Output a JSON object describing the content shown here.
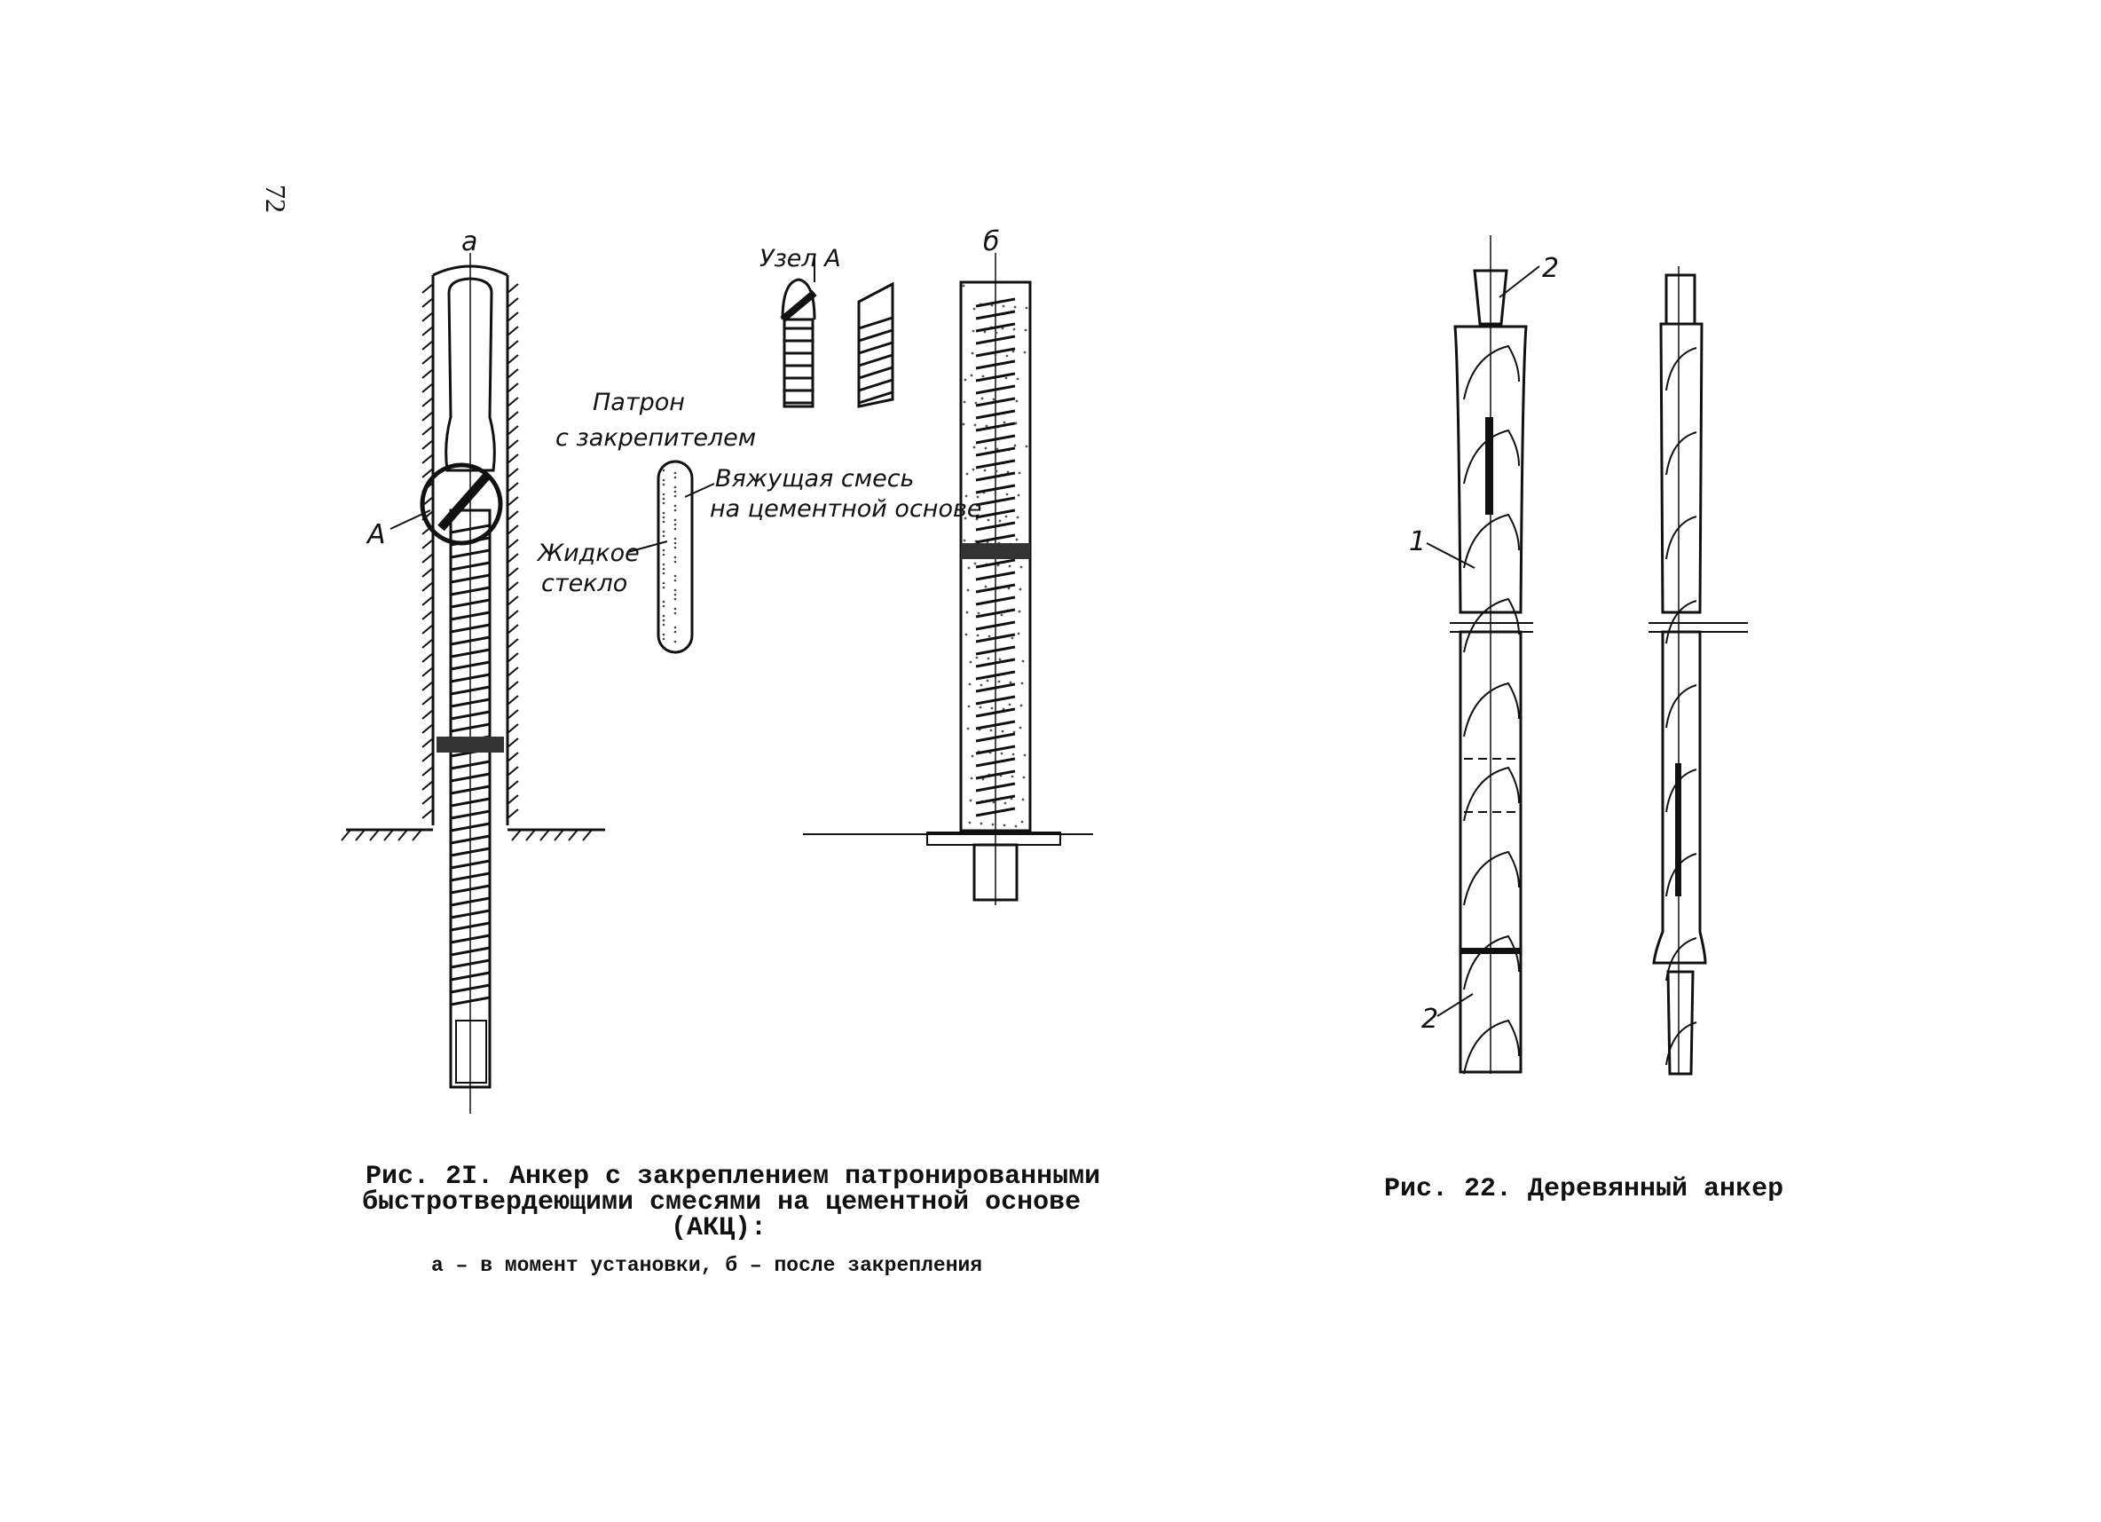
{
  "page_number": "72",
  "fig21": {
    "label_a": "а",
    "label_b": "б",
    "label_A": "А",
    "node_label": "Узел А",
    "cartridge_line1": "Патрон",
    "cartridge_line2": "с закрепителем",
    "binder_line1": "Вяжущая смесь",
    "binder_line2": "на цементной основе",
    "glass_line1": "Жидкое",
    "glass_line2": "стекло",
    "caption_line1": "Рис. 2I. Анкер с закреплением патронированными",
    "caption_line2": "быстротвердеющими смесями  на цементной основе",
    "caption_line3": "(АКЦ):",
    "caption_sub": "а – в момент установки, б – после закрепления"
  },
  "fig22": {
    "label_2_top": "2",
    "label_1": "1",
    "label_2_bottom": "2",
    "caption": "Рис. 22. Деревянный анкер"
  }
}
